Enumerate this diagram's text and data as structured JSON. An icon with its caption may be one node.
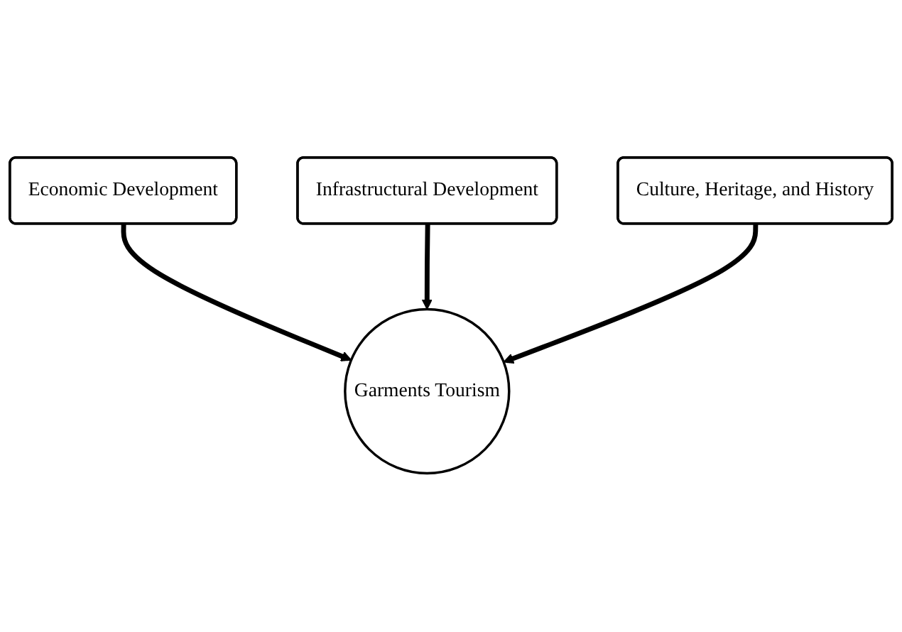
{
  "diagram": {
    "nodes": [
      {
        "text": [
          "Economic Development"
        ]
      },
      {
        "text": [
          "Garments Tourism"
        ]
      },
      {
        "text": [
          "Infrastructural Development"
        ]
      },
      {
        "text": [
          "Culture, Heritage, and History"
        ]
      }
    ],
    "edges": [
      {
        "from": 0,
        "to": 1,
        "arrow": "to"
      },
      {
        "from": 2,
        "to": 1,
        "arrow": "to"
      },
      {
        "from": 3,
        "to": 1,
        "arrow": "to"
      }
    ]
  }
}
